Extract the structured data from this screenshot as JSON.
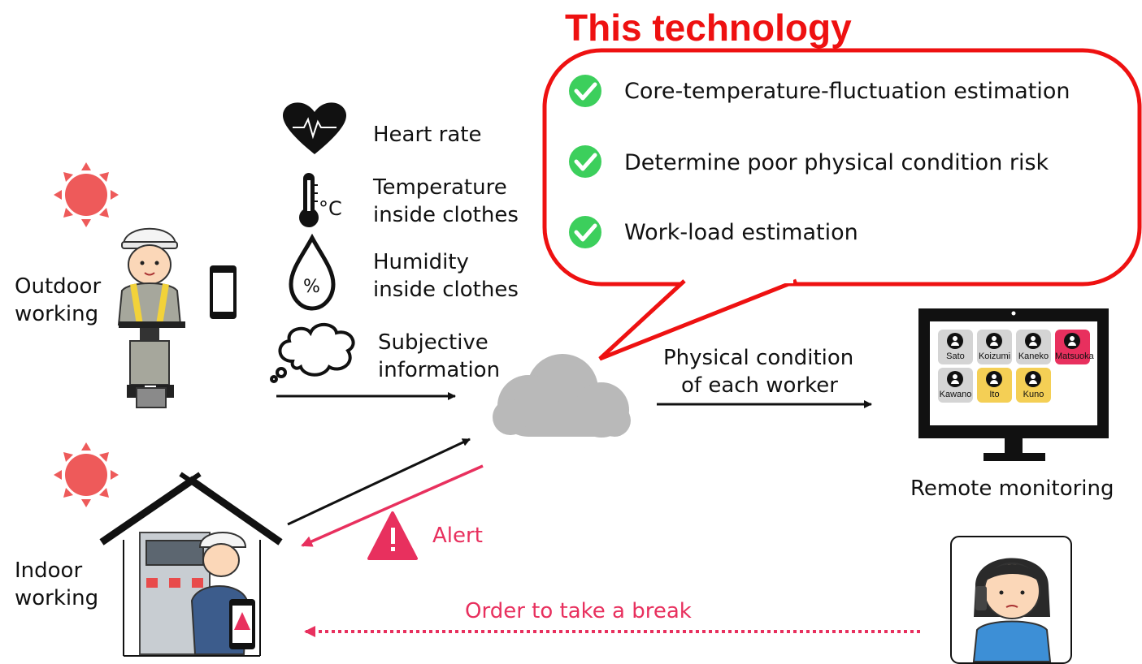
{
  "title": "This technology",
  "features": [
    {
      "icon": "check-circle-icon",
      "text": "Core-temperature-fluctuation estimation"
    },
    {
      "icon": "check-circle-icon",
      "text": "Determine poor physical condition risk"
    },
    {
      "icon": "check-circle-icon",
      "text": "Work-load estimation"
    }
  ],
  "sensors": {
    "heart_rate": "Heart rate",
    "temperature": [
      "Temperature",
      "inside clothes"
    ],
    "temp_unit": "°C",
    "humidity": [
      "Humidity",
      "inside clothes"
    ],
    "humidity_symbol": "%",
    "subjective": [
      "Subjective",
      "information"
    ]
  },
  "workers": {
    "outdoor": [
      "Outdoor",
      "working"
    ],
    "indoor": [
      "Indoor",
      "working"
    ]
  },
  "flow": {
    "physical_condition": [
      "Physical condition",
      "of each worker"
    ],
    "remote_monitoring": "Remote monitoring",
    "alert": "Alert",
    "order": "Order to take a break"
  },
  "monitor_tiles": [
    {
      "name": "Sato",
      "status": "normal"
    },
    {
      "name": "Koizumi",
      "status": "normal"
    },
    {
      "name": "Kaneko",
      "status": "normal"
    },
    {
      "name": "Matsuoka",
      "status": "danger"
    },
    {
      "name": "Kawano",
      "status": "normal"
    },
    {
      "name": "Ito",
      "status": "warning"
    },
    {
      "name": "Kuno",
      "status": "warning"
    }
  ],
  "colors": {
    "accent_red": "#ee1111",
    "alert_pink": "#e8305e",
    "check_green": "#3ccf5c",
    "sun": "#ee5a5a",
    "cloud": "#b9b9b9",
    "tile_normal": "#d4d4d4",
    "tile_warning": "#f4cf55",
    "tile_danger": "#e8305e"
  }
}
